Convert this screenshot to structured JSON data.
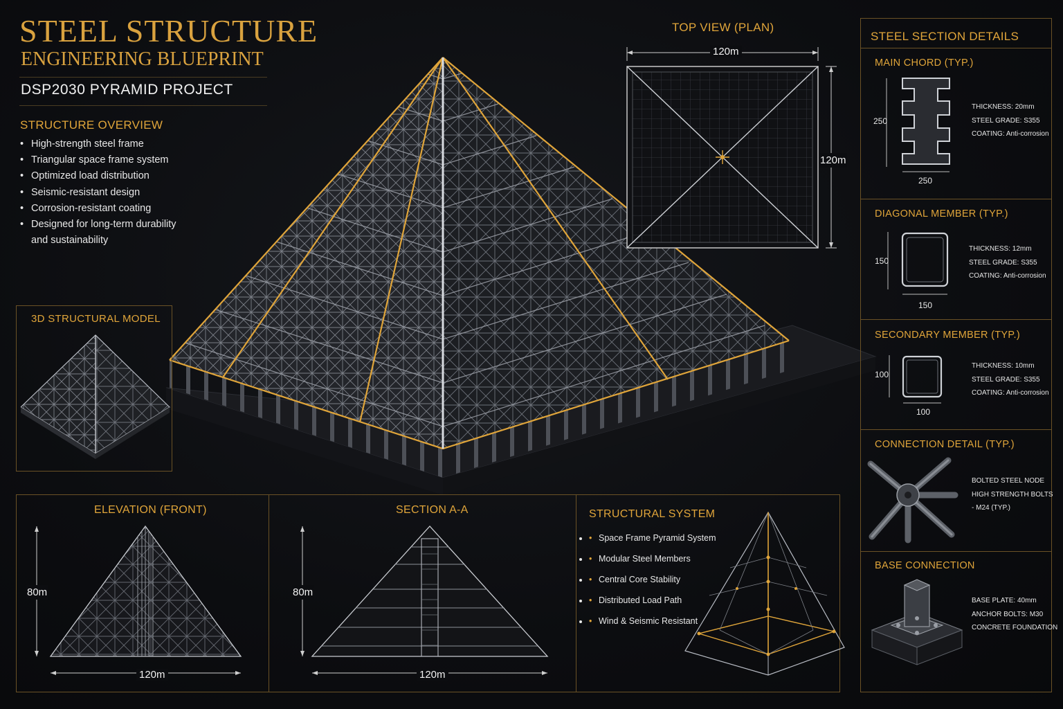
{
  "header": {
    "title": "STEEL STRUCTURE",
    "subtitle": "ENGINEERING BLUEPRINT",
    "project": "DSP2030 PYRAMID PROJECT"
  },
  "overview": {
    "heading": "STRUCTURE OVERVIEW",
    "items": [
      "High-strength steel frame",
      "Triangular space frame system",
      "Optimized load distribution",
      "Seismic-resistant design",
      "Corrosion-resistant coating",
      "Designed for long-term durability and sustainability"
    ]
  },
  "model3d": {
    "heading": "3D STRUCTURAL MODEL"
  },
  "top_view": {
    "heading": "TOP VIEW (PLAN)",
    "width_dim": "120m",
    "height_dim": "120m"
  },
  "elevation": {
    "heading": "ELEVATION (FRONT)",
    "height_dim": "80m",
    "width_dim": "120m"
  },
  "section": {
    "heading": "SECTION A-A",
    "height_dim": "80m",
    "width_dim": "120m"
  },
  "system": {
    "heading": "STRUCTURAL SYSTEM",
    "items": [
      "Space Frame Pyramid System",
      "Modular Steel Members",
      "Central Core Stability",
      "Distributed Load Path",
      "Wind & Seismic Resistant"
    ]
  },
  "details": {
    "heading": "STEEL SECTION DETAILS",
    "main_chord": {
      "heading": "MAIN CHORD (TYP.)",
      "height_dim": "250",
      "width_dim": "250",
      "specs": [
        "THICKNESS: 20mm",
        "STEEL GRADE: S355",
        "COATING: Anti-corrosion"
      ]
    },
    "diagonal": {
      "heading": "DIAGONAL MEMBER (TYP.)",
      "height_dim": "150",
      "width_dim": "150",
      "specs": [
        "THICKNESS: 12mm",
        "STEEL GRADE: S355",
        "COATING: Anti-corrosion"
      ]
    },
    "secondary": {
      "heading": "SECONDARY MEMBER (TYP.)",
      "height_dim": "100",
      "width_dim": "100",
      "specs": [
        "THICKNESS: 10mm",
        "STEEL GRADE: S355",
        "COATING: Anti-corrosion"
      ]
    },
    "connection": {
      "heading": "CONNECTION DETAIL (TYP.)",
      "specs": [
        "BOLTED STEEL NODE",
        "HIGH STRENGTH BOLTS",
        "- M24 (TYP.)"
      ]
    },
    "base": {
      "heading": "BASE CONNECTION",
      "specs": [
        "BASE PLATE: 40mm",
        "ANCHOR BOLTS: M30",
        "CONCRETE FOUNDATION"
      ]
    }
  },
  "colors": {
    "gold": "#e0a53a",
    "background": "#0c0d10",
    "steel": "#9a9ea6"
  }
}
